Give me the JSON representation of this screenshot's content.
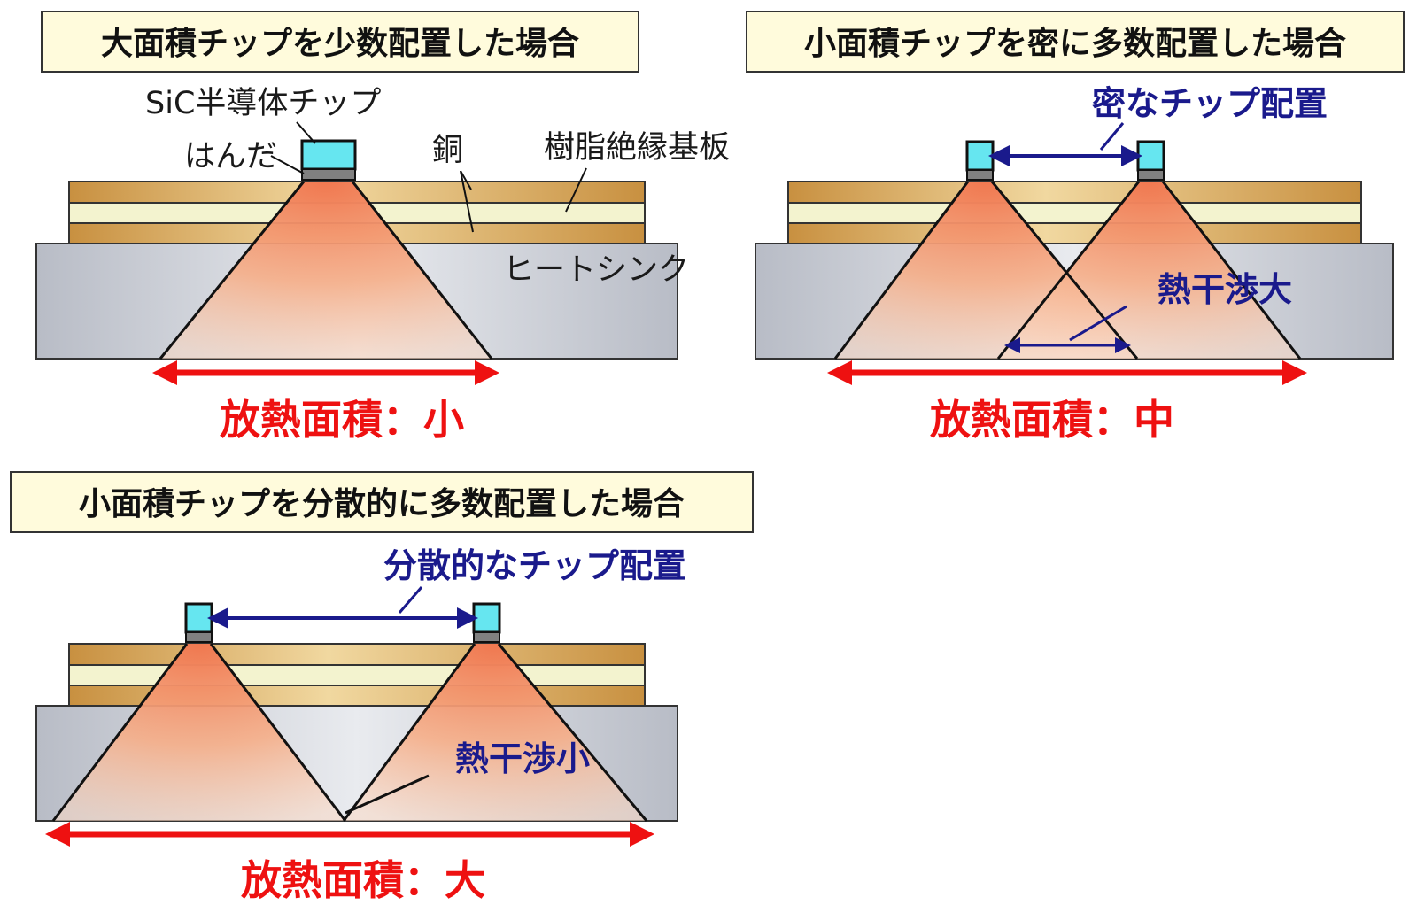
{
  "colors": {
    "title_box_fill": "#fffbdc",
    "chip": "#66e6f0",
    "solder": "#808080",
    "copper_fill": "#d8a45a",
    "resin_fill": "#f3f3cf",
    "heatsink": "#c9ccd4",
    "heat_spread": "#f39a6b",
    "annotation_blue": "#1a1a8c",
    "area_red": "#ee1111"
  },
  "panel1": {
    "title": "大面積チップを少数配置した場合",
    "label_chip": "SiC半導体チップ",
    "label_solder": "はんだ",
    "label_copper": "銅",
    "label_resin": "樹脂絶縁基板",
    "label_heatsink": "ヒートシンク",
    "area_label": "放熱面積：小"
  },
  "panel2": {
    "title": "小面積チップを密に多数配置した場合",
    "spacing_label": "密なチップ配置",
    "interference_label": "熱干渉大",
    "area_label": "放熱面積：中"
  },
  "panel3": {
    "title": "小面積チップを分散的に多数配置した場合",
    "spacing_label": "分散的なチップ配置",
    "interference_label": "熱干渉小",
    "area_label": "放熱面積：大"
  }
}
